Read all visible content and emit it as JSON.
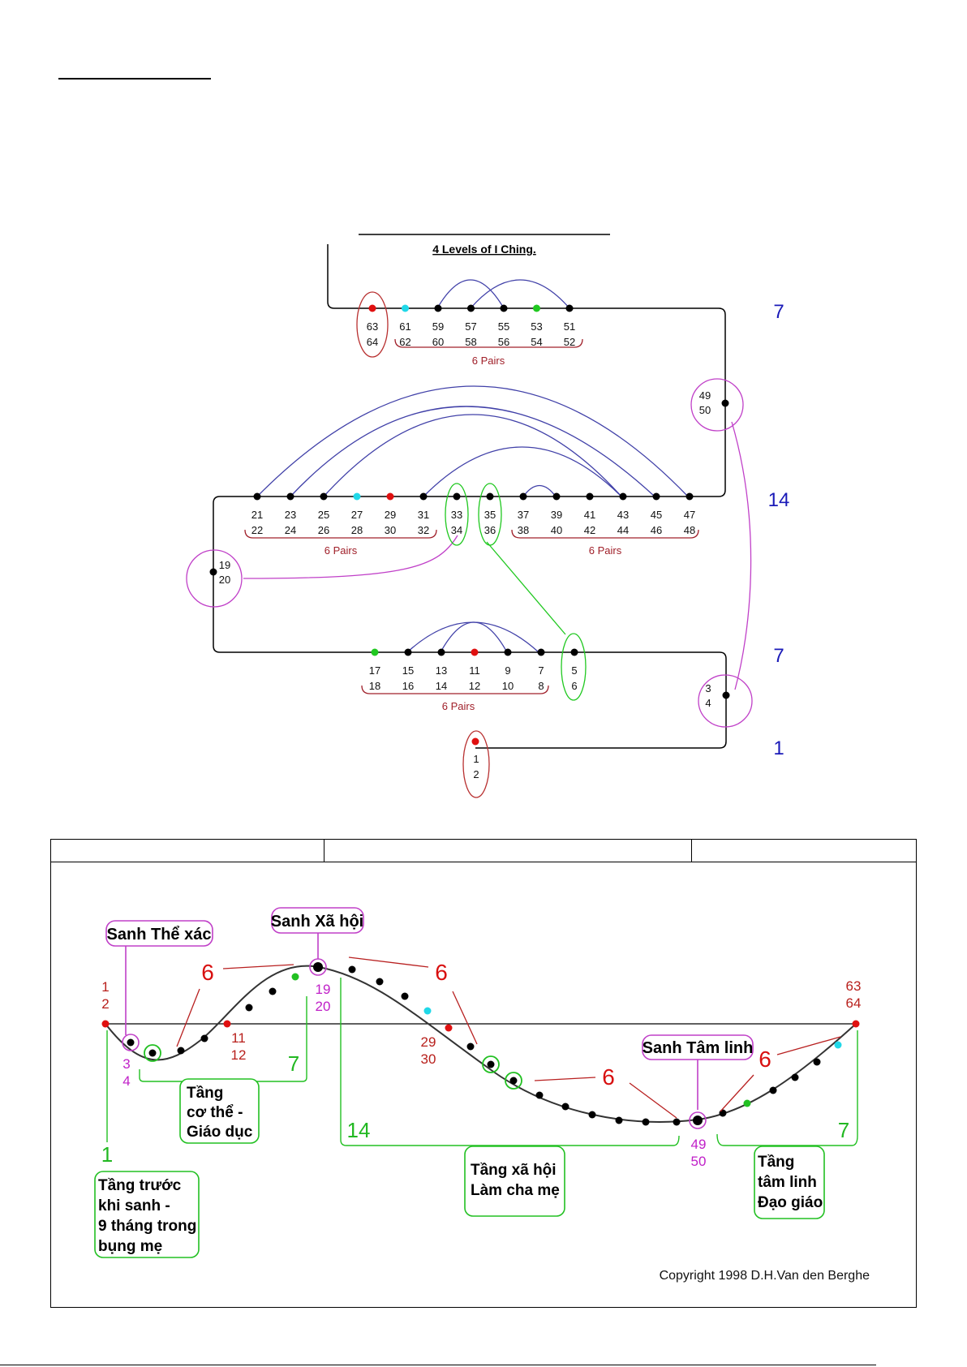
{
  "diagram1": {
    "title": "4 Levels of I Ching.",
    "level_numbers": [
      "7",
      "14",
      "7",
      "1"
    ],
    "pairs_label": "6 Pairs",
    "row_top": [
      [
        "63",
        "64"
      ],
      [
        "61",
        "62"
      ],
      [
        "59",
        "60"
      ],
      [
        "57",
        "58"
      ],
      [
        "55",
        "56"
      ],
      [
        "53",
        "54"
      ],
      [
        "51",
        "52"
      ]
    ],
    "row_mid": [
      [
        "21",
        "22"
      ],
      [
        "23",
        "24"
      ],
      [
        "25",
        "26"
      ],
      [
        "27",
        "28"
      ],
      [
        "29",
        "30"
      ],
      [
        "31",
        "32"
      ],
      [
        "33",
        "34"
      ],
      [
        "35",
        "36"
      ],
      [
        "37",
        "38"
      ],
      [
        "39",
        "40"
      ],
      [
        "41",
        "42"
      ],
      [
        "43",
        "44"
      ],
      [
        "45",
        "46"
      ],
      [
        "47",
        "48"
      ]
    ],
    "row_low": [
      [
        "17",
        "18"
      ],
      [
        "15",
        "16"
      ],
      [
        "13",
        "14"
      ],
      [
        "11",
        "12"
      ],
      [
        "9",
        "10"
      ],
      [
        "7",
        "8"
      ],
      [
        "5",
        "6"
      ]
    ],
    "circle_4950": [
      "49",
      "50"
    ],
    "circle_1920": [
      "19",
      "20"
    ],
    "circle_34": [
      "3",
      "4"
    ],
    "bottom_12": [
      "1",
      "2"
    ],
    "colors": {
      "line": "#000000",
      "arc": "#4040a8",
      "pairs": "#a0202a",
      "red": "#e01010",
      "cyan": "#20d8e8",
      "green": "#20c820",
      "magenta": "#c040c8",
      "level": "#1a1ab8"
    }
  },
  "diagram2": {
    "header_cells": [
      "",
      "",
      ""
    ],
    "labels": {
      "sanh_the_xac": "Sanh Thể xác",
      "sanh_xa_hoi": "Sanh Xã hội",
      "sanh_tam_linh": "Sanh Tâm linh"
    },
    "num_labels": {
      "n1": "1",
      "n2": "2",
      "n3": "3",
      "n4": "4",
      "n11": "11",
      "n12": "12",
      "n19": "19",
      "n20": "20",
      "n29": "29",
      "n30": "30",
      "n49": "49",
      "n50": "50",
      "n63": "63",
      "n64": "64"
    },
    "six": "6",
    "green_nums": [
      "1",
      "7",
      "14",
      "7"
    ],
    "box_co_the": [
      "Tầng",
      "cơ thể -",
      "Giáo dục"
    ],
    "box_truoc_sanh": [
      "Tầng trước",
      "khi sanh -",
      "9 tháng trong",
      "bụng mẹ"
    ],
    "box_xa_hoi": [
      "Tầng xã hội",
      "Làm cha mẹ"
    ],
    "box_tam_linh": [
      "Tầng",
      "tâm linh",
      "Đạo giáo"
    ],
    "copyright": "Copyright 1998 D.H.Van den Berghe"
  }
}
